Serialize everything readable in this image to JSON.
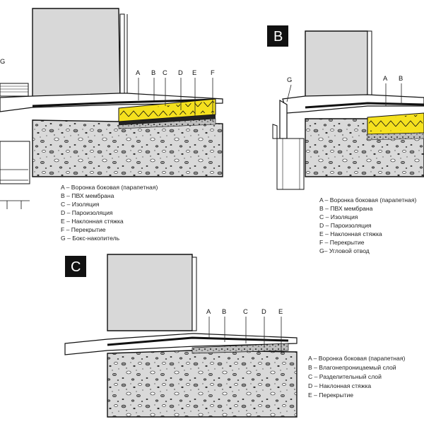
{
  "panels": [
    {
      "id": "A",
      "letters": [
        "A",
        "B",
        "C",
        "D",
        "E",
        "F"
      ],
      "corner_letter": "G",
      "legend": [
        "A – Воронка боковая (парапетная)",
        "B – ПВХ мембрана",
        "C – Изоляция",
        "D – Пароизоляция",
        "E – Наклонная стяжка",
        "F – Перекрытие",
        "G – Бокс-накопитель"
      ]
    },
    {
      "id": "B",
      "badge": "B",
      "letters": [
        "G",
        "A",
        "B"
      ],
      "legend": [
        "A – Воронка боковая (парапетная)",
        "B – ПВХ мембрана",
        "C – Изоляция",
        "D – Пароизоляция",
        "E – Наклонная стяжка",
        "F – Перекрытие",
        "G– Угловой отвод"
      ]
    },
    {
      "id": "C",
      "badge": "C",
      "letters": [
        "A",
        "B",
        "C",
        "D",
        "E"
      ],
      "legend": [
        "A – Воронка боковая (парапетная)",
        "B – Влагонепроницаемый слой",
        "C – Разделительный слой",
        "D – Наклонная стяжка",
        "E – Перекрытие"
      ]
    }
  ]
}
